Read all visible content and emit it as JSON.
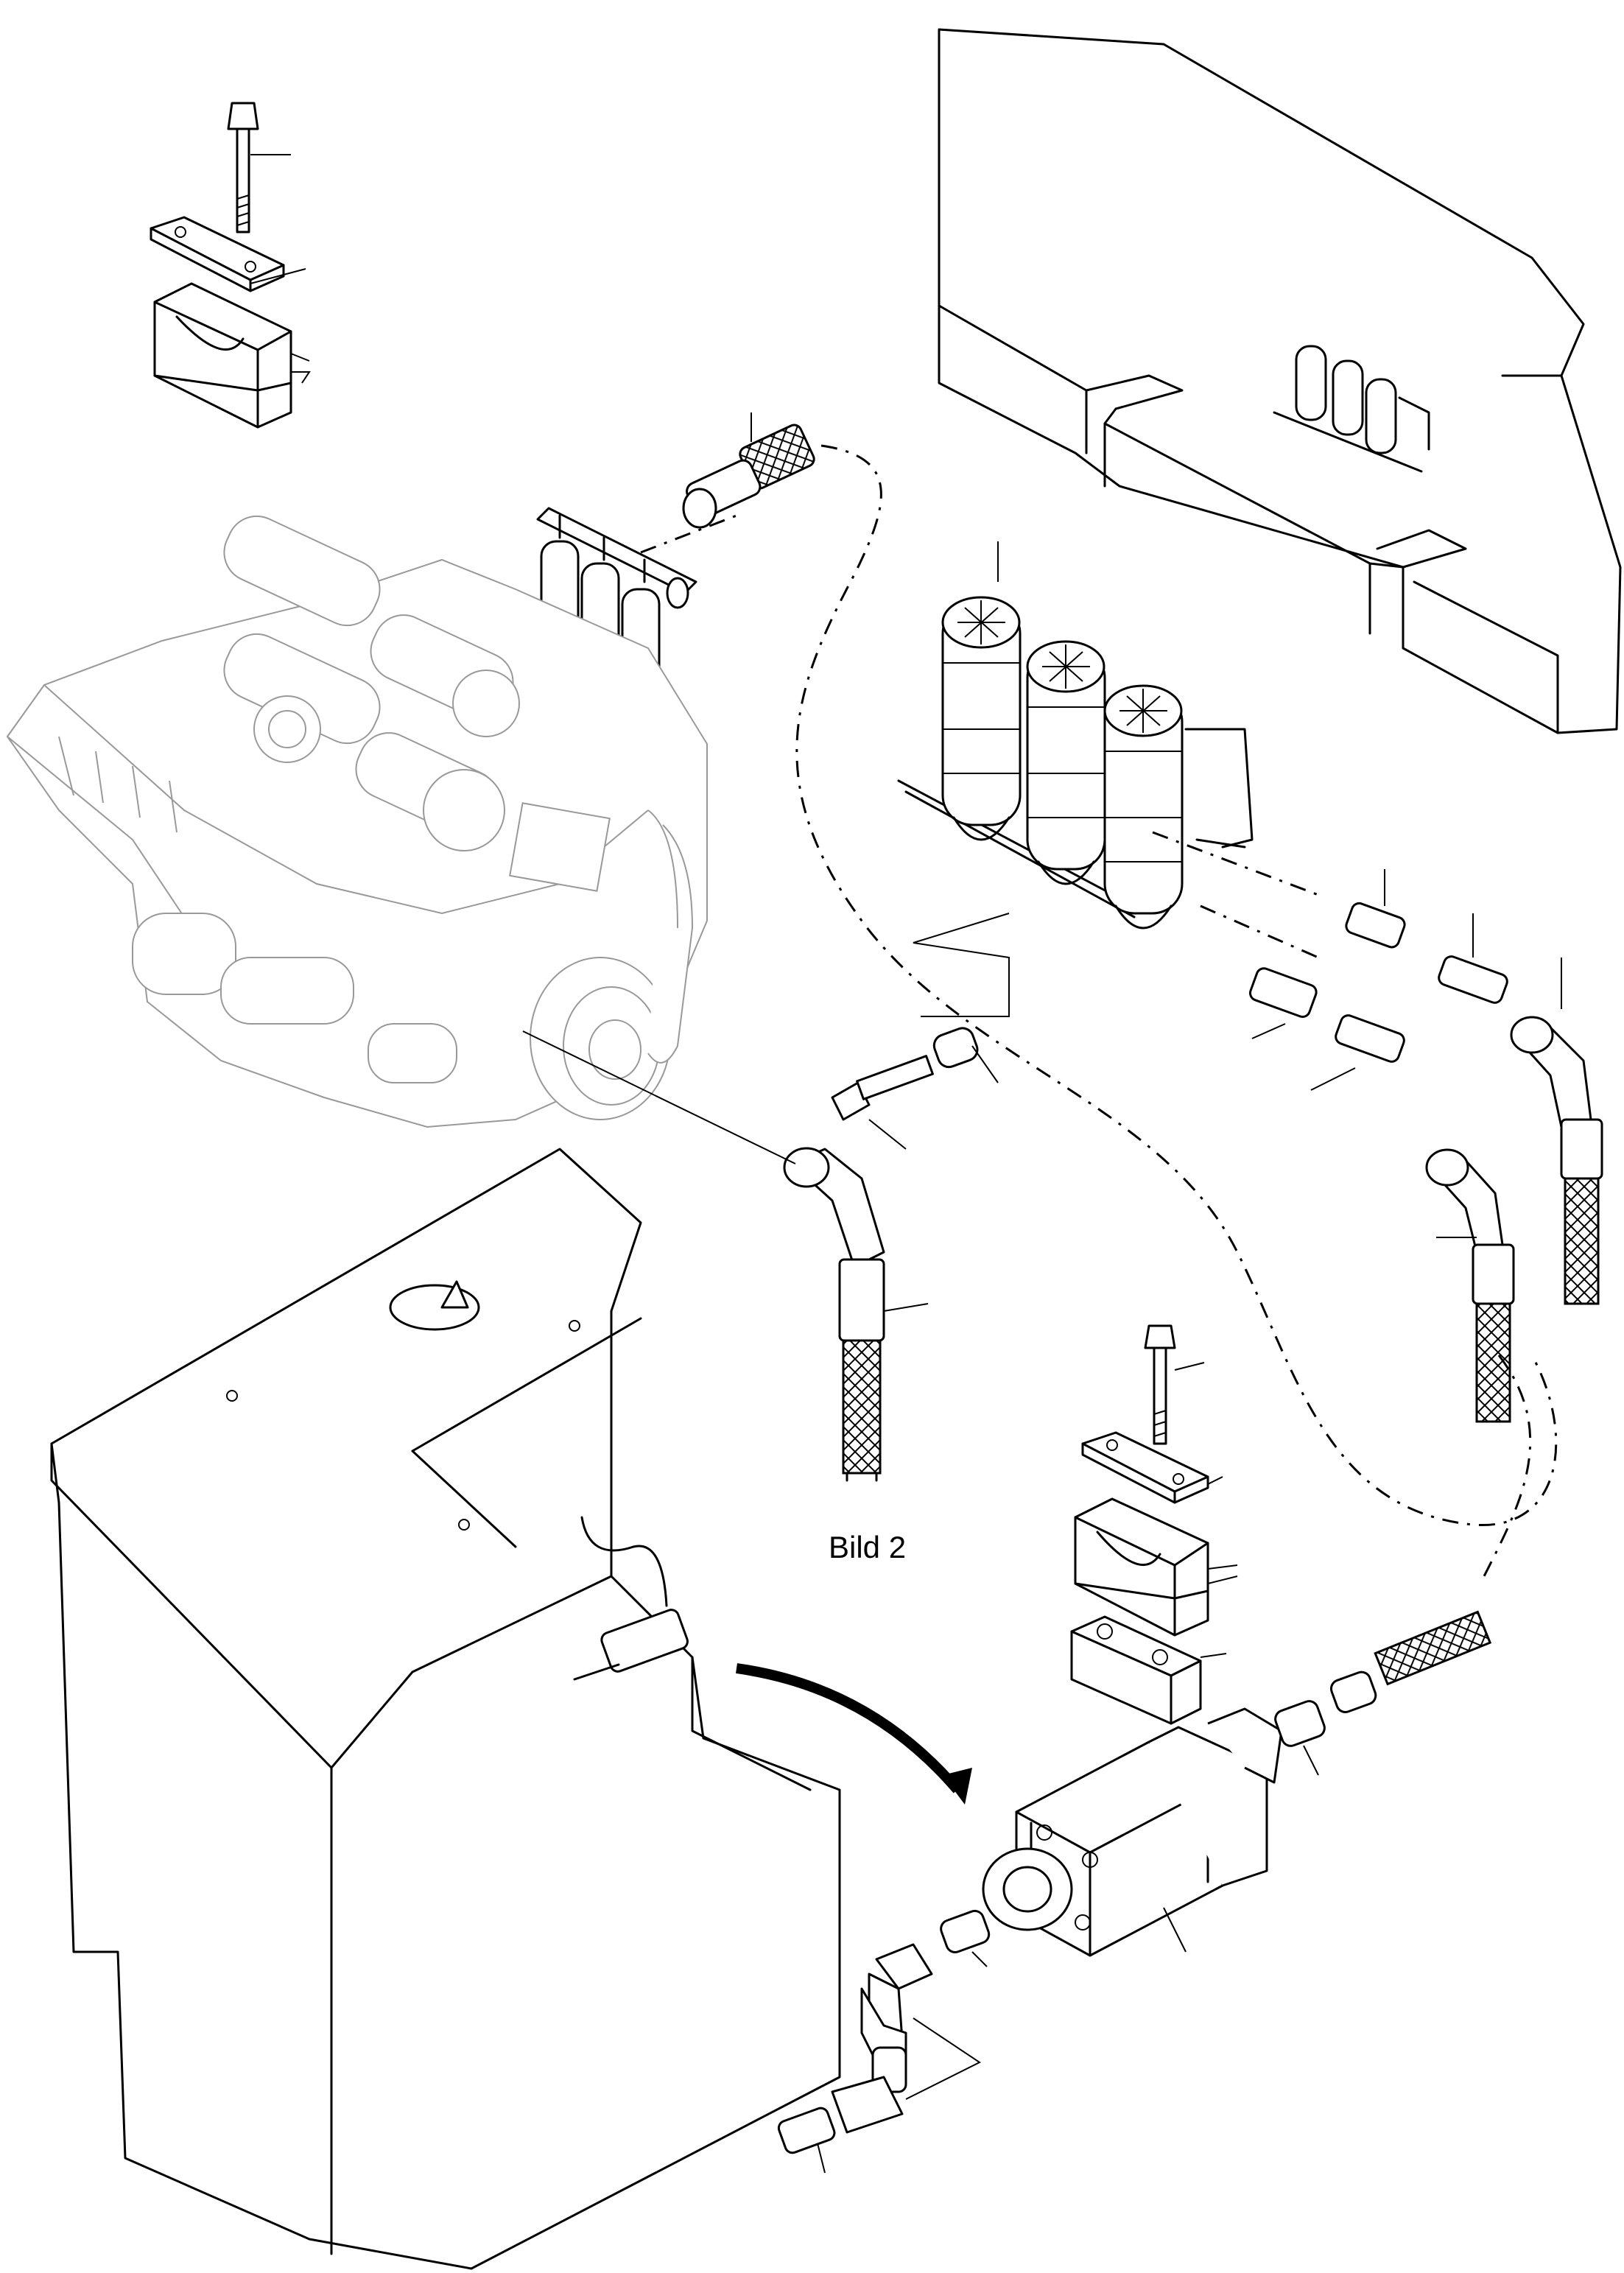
{
  "figure": {
    "caption": "Bild 2"
  },
  "components": [
    {
      "id": "mounting-bracket-plate",
      "icon": "bracket-plate-icon"
    },
    {
      "id": "engine",
      "icon": "engine-icon"
    },
    {
      "id": "fuel-tank",
      "icon": "tank-icon"
    },
    {
      "id": "filter-assembly-large",
      "icon": "filter-icon"
    },
    {
      "id": "filter-assembly-small",
      "icon": "filter-icon"
    },
    {
      "id": "clamp-set-top",
      "icon": "clamp-icon"
    },
    {
      "id": "clamp-set-lower",
      "icon": "clamp-icon"
    },
    {
      "id": "valve-body",
      "icon": "valve-icon"
    },
    {
      "id": "hose-lines",
      "icon": "hose-icon"
    },
    {
      "id": "fittings",
      "icon": "fitting-icon"
    }
  ]
}
